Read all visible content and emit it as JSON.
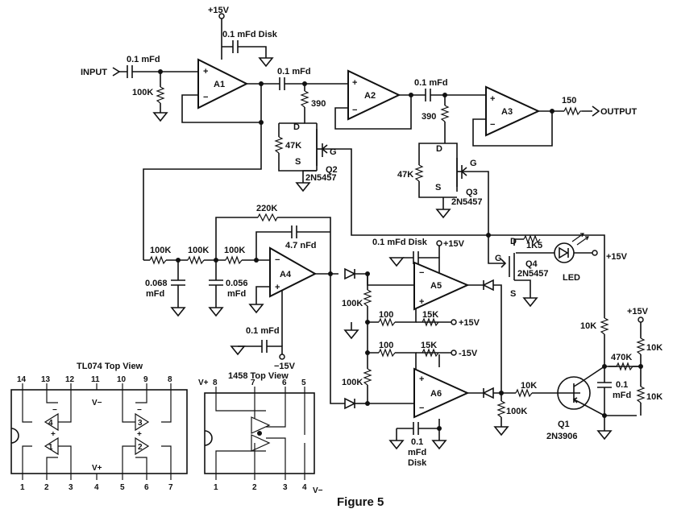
{
  "caption": "Figure 5",
  "io": {
    "input": "INPUT",
    "output": "OUTPUT"
  },
  "amps": [
    "A1",
    "A2",
    "A3",
    "A4",
    "A5",
    "A6"
  ],
  "supply": {
    "pos": "+15V",
    "neg": "-15V",
    "neg_alt": "−15V"
  },
  "caps": {
    "in": "0.1 mFd",
    "disk_a1": "0.1 mFd Disk",
    "c12": "0.1 mFd",
    "c23": "0.1 mFd",
    "c068": "0.068",
    "c056": "0.056",
    "mfd": "mFd",
    "c47": "4.7 nFd",
    "disk_a5": "0.1 mFd Disk",
    "disk_a4": "0.1 mFd",
    "q1_cap": "0.1",
    "q1_cap2": "mFd",
    "disk_a6a": "0.1",
    "disk_a6b": "mFd",
    "disk_a6c": "Disk"
  },
  "res": {
    "r100k": "100K",
    "r390": "390",
    "r47k": "47K",
    "r220k": "220K",
    "r150": "150",
    "r1k5": "1K5",
    "r10k": "10K",
    "r15k": "15K",
    "r100": "100",
    "r470k": "470K"
  },
  "fets": {
    "d": "D",
    "s": "S",
    "g": "G",
    "q2": "Q2",
    "q2_part": "2N5457",
    "q3": "Q3",
    "q3_part": "2N5457",
    "q4": "Q4",
    "q4_part": "2N5457"
  },
  "bjt": {
    "name": "Q1",
    "part": "2N3906"
  },
  "led": "LED",
  "tl074": {
    "title": "TL074 Top View",
    "top_pins": [
      "14",
      "13",
      "12",
      "11",
      "10",
      "9",
      "8"
    ],
    "bottom_pins": [
      "1",
      "2",
      "3",
      "4",
      "5",
      "6",
      "7"
    ],
    "vminus": "V−",
    "vplus": "V+",
    "amp_nums": [
      "4",
      "1",
      "3",
      "2"
    ],
    "minus": "−",
    "plus": "+"
  },
  "lm1458": {
    "title": "1458 Top View",
    "top_pins": [
      "V+",
      "8",
      "7",
      "6",
      "5"
    ],
    "bottom_pins": [
      "1",
      "2",
      "3",
      "4",
      "V−"
    ]
  }
}
